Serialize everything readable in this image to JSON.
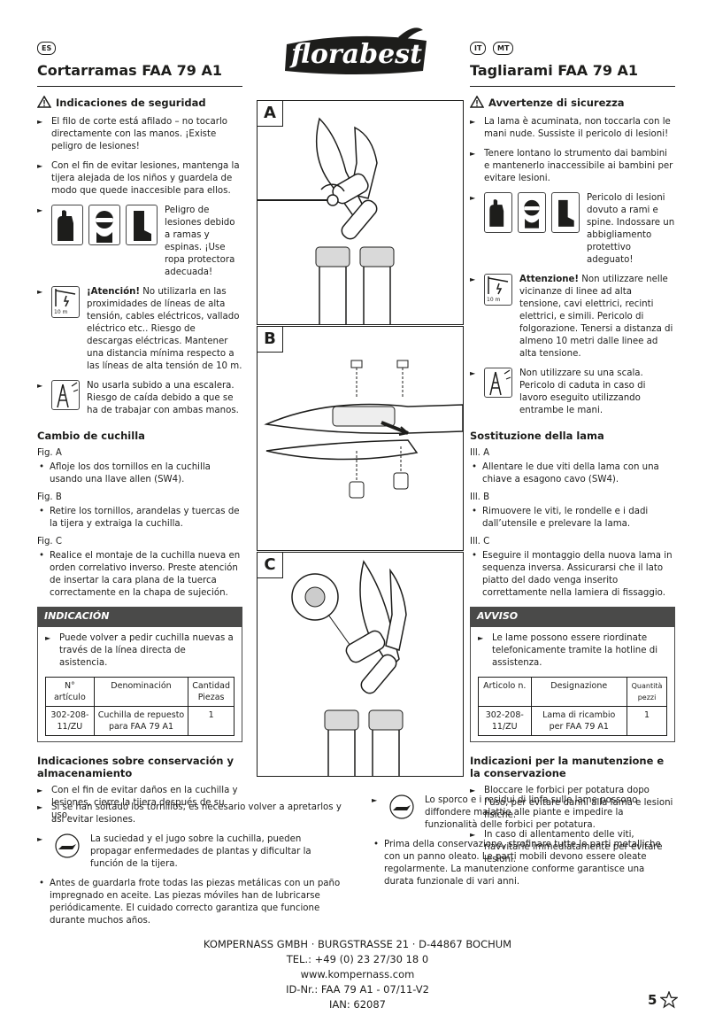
{
  "header": {
    "lang_left": "ES",
    "lang_right_1": "IT",
    "lang_right_2": "MT",
    "brand": "florabest"
  },
  "left": {
    "title": "Cortarramas FAA 79 A1",
    "safety_heading": "Indicaciones de seguridad",
    "safety": [
      "El filo de corte está afilado – no tocarlo directamente con las manos. ¡Existe peligro de lesiones!",
      "Con el fin de evitar lesiones, mantenga la tijera alejada de los niños y guardela de modo que quede inaccesible para ellos.",
      "Peligro de lesiones debido a ramas y espinas. ¡Use ropa protectora adecuada!",
      "No utilizarla en las proximidades de líneas de alta tensión, cables eléctricos, vallado eléctrico etc.. Riesgo de descargas eléctricas. Mantener una distancia mínima respecto a las líneas de alta tensión de 10 m.",
      "No usarla subido a una escalera. Riesgo de caída debido a que se ha de trabajar con ambas manos."
    ],
    "attention": "¡Atención!",
    "distance_label": "10 m",
    "blade_heading": "Cambio de cuchilla",
    "fig_a": "Fig. A",
    "fig_a_text": "Afloje los dos tornillos en la cuchilla usando una llave allen (SW4).",
    "fig_b": "Fig. B",
    "fig_b_text": "Retire los tornillos, arandelas y tuercas de la tijera y extraiga la cuchilla.",
    "fig_c": "Fig. C",
    "fig_c_text": "Realice el montaje de la cuchilla nueva en orden correlativo inverso. Preste atención de insertar la cara plana de la tuerca correctamente en la chapa de sujeción.",
    "note_heading": "INDICACIÓN",
    "note_text": "Puede volver a pedir cuchilla nuevas a través de la línea directa de asistencia.",
    "table_headers": [
      "N° artículo",
      "Denominación",
      "Cantidad Piezas"
    ],
    "table_row": [
      "302-208-11/ZU",
      "Cuchilla de repuesto para FAA 79 A1",
      "1"
    ],
    "care_heading": "Indicaciones sobre conservación y almacenamiento",
    "care": [
      "Con el fin de evitar daños en la cuchilla y lesiones, cierre la tijera después de su uso.",
      "Si se han soltado los tornillos, es necesario volver a apretarlos y así evitar lesiones.",
      "La suciedad y el jugo sobre la cuchilla, pueden propagar enfermedades de plantas y dificultar la función de la tijera.",
      "Antes de guardarla frote todas las piezas metálicas con un paño impregnado en aceite. Las piezas móviles han de lubricarse periódicamente. El cuidado correcto garantiza que funcione durante muchos años."
    ]
  },
  "right": {
    "title": "Tagliarami FAA 79 A1",
    "safety_heading": "Avvertenze di sicurezza",
    "safety": [
      "La lama è acuminata, non toccarla con le mani nude. Sussiste il pericolo di lesioni!",
      "Tenere lontano lo strumento dai bambini e mantenerlo inaccessibile ai bambini per evitare lesioni.",
      "Pericolo di lesioni dovuto a rami e spine. Indossare un abbigliamento protettivo adeguato!",
      "Non utilizzare nelle vicinanze di linee ad alta tensione, cavi elettrici, recinti elettrici, e simili. Pericolo di folgorazione. Tenersi a distanza di almeno 10 metri dalle linee ad alta tensione.",
      "Non utilizzare su una scala. Pericolo di caduta in caso di lavoro eseguito utilizzando entrambe le mani."
    ],
    "attention": "Attenzione!",
    "distance_label": "10 m",
    "blade_heading": "Sostituzione della lama",
    "fig_a": "Ill. A",
    "fig_a_text": "Allentare le due viti della lama con una chiave a esagono cavo (SW4).",
    "fig_b": "Ill. B",
    "fig_b_text": "Rimuovere le viti, le rondelle e i dadi dall’utensile e prelevare la lama.",
    "fig_c": "Ill. C",
    "fig_c_text": "Eseguire il montaggio della nuova lama in sequenza inversa. Assicurarsi che il lato piatto del dado venga inserito correttamente nella lamiera di fissaggio.",
    "note_heading": "AVVISO",
    "note_text": "Le lame possono essere riordinate telefonicamente tramite la hotline di assistenza.",
    "table_headers": [
      "Articolo n.",
      "Designazione",
      "Quantità pezzi"
    ],
    "table_row": [
      "302-208-11/ZU",
      "Lama di ricambio per FAA 79 A1",
      "1"
    ],
    "care_heading": "Indicazioni per la manutenzione e la conservazione",
    "care": [
      "Bloccare le forbici per potatura dopo l’uso, per evitare danni alla lama e lesioni fisiche.",
      "In caso di allentamento delle viti, riavvitarle immediatamente per evitare lesioni.",
      "Lo sporco e i residui di linfa sulle lame possono diffondere malattie alle piante e impedire la funzionalità delle forbici per potatura.",
      "Prima della conservazione, strofinare tutte le parti metalliche con un panno oleato. Le parti mobili devono essere oleate regolarmente. La manutenzione conforme garantisce una durata funzionale di vari anni."
    ]
  },
  "figures": {
    "a": "A",
    "b": "B",
    "c": "C"
  },
  "footer": {
    "company": "KOMPERNASS GMBH · BURGSTRASSE 21 · D-44867 BOCHUM",
    "tel": "TEL.: +49 (0) 23 27/30 18 0",
    "web": "www.kompernass.com",
    "id": "ID-Nr.: FAA 79 A1 - 07/11-V2",
    "ian": "IAN: 62087",
    "page": "5"
  }
}
